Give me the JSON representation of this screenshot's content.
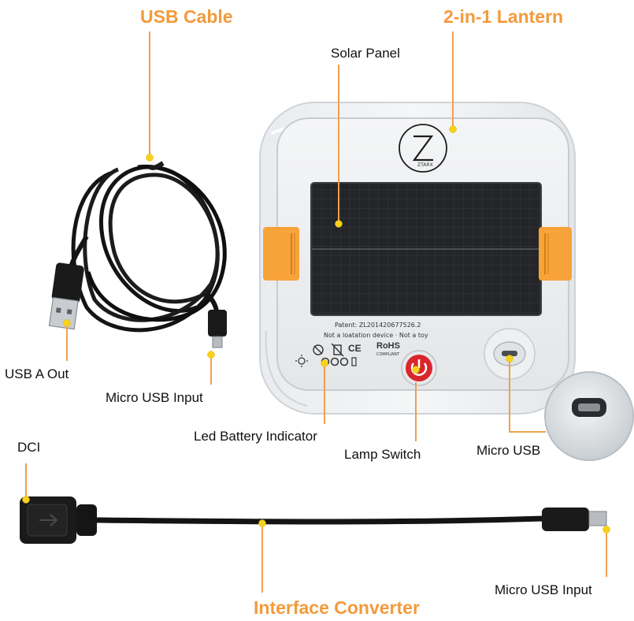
{
  "headings": {
    "usb_cable": "USB Cable",
    "lantern": "2-in-1 Lantern",
    "interface_converter": "Interface Converter"
  },
  "callouts": {
    "solar_panel": "Solar Panel",
    "usb_a_out": "USB A Out",
    "micro_usb_input_cable": "Micro USB Input",
    "led_battery_indicator": "Led Battery Indicator",
    "lamp_switch": "Lamp Switch",
    "micro_usb": "Micro USB",
    "dci": "DCI",
    "micro_usb_input_converter": "Micro USB Input"
  },
  "lantern_print": {
    "brand": "ZTARX",
    "patent": "Patent: ZL201420677526.2",
    "warning": "Not a loatation device · Not a toy",
    "rohs": "RoHS",
    "compliant": "COMPLIANT",
    "ce": "CE"
  },
  "colors": {
    "accent": "#f39a3c",
    "callout_line": "#f0a050",
    "dot": "#f7d21c",
    "strap": "#f8a23a",
    "switch_red": "#d9262c",
    "panel": "#1f2124"
  }
}
